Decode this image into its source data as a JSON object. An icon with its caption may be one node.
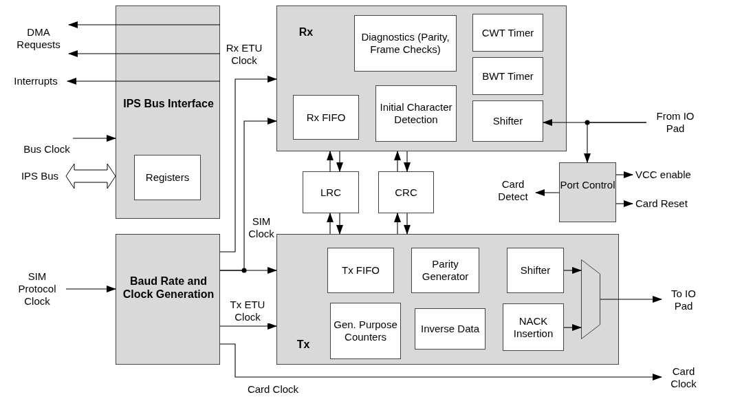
{
  "diagram": {
    "nodes": [
      {
        "text": [
          "DMA Requests"
        ]
      },
      {
        "text": [
          "Interrupts"
        ]
      },
      {
        "text": [
          "Bus Clock"
        ]
      },
      {
        "text": [
          "IPS Bus"
        ]
      },
      {
        "text": [
          "IPS Bus Interface"
        ]
      },
      {
        "text": [
          "Registers"
        ],
        "in": 4
      },
      {
        "text": [
          "Rx"
        ]
      },
      {
        "text": [
          "Diagnostics (Parity, Frame Checks)"
        ],
        "in": 6
      },
      {
        "text": [
          "CWT Timer"
        ],
        "in": 6
      },
      {
        "text": [
          "BWT Timer"
        ],
        "in": 6
      },
      {
        "text": [
          "Rx FIFO"
        ],
        "in": 6
      },
      {
        "text": [
          "Initial Character Detection"
        ],
        "in": 6
      },
      {
        "text": [
          "Shifter"
        ],
        "in": 6
      },
      {
        "text": [
          "From IO Pad"
        ]
      },
      {
        "text": [
          "LRC"
        ]
      },
      {
        "text": [
          "CRC"
        ]
      },
      {
        "text": [
          "Card Detect"
        ]
      },
      {
        "text": [
          "Port Control"
        ]
      },
      {
        "text": [
          "VCC enable"
        ]
      },
      {
        "text": [
          "Card Reset"
        ]
      },
      {
        "text": [
          "SIM Protocol Clock"
        ]
      },
      {
        "text": [
          "Baud Rate and Clock Generation"
        ]
      },
      {
        "text": [
          "Tx"
        ]
      },
      {
        "text": [
          "Tx FIFO"
        ],
        "in": 22
      },
      {
        "text": [
          "Parity Generator"
        ],
        "in": 22
      },
      {
        "text": [
          "Shifter"
        ],
        "in": 22
      },
      {
        "text": [
          "Gen. Purpose Counters"
        ],
        "in": 22
      },
      {
        "text": [
          "Inverse Data"
        ],
        "in": 22
      },
      {
        "text": [
          "NACK Insertion"
        ],
        "in": 22
      },
      {
        "text": [],
        "shape": "trapezoid",
        "in": 22
      },
      {
        "text": [
          "To IO Pad"
        ]
      },
      {
        "text": [
          "Card Clock"
        ]
      }
    ],
    "edges": [
      {
        "from": 4,
        "to": 0,
        "arrow": "to"
      },
      {
        "from": 4,
        "to": 0,
        "arrow": "to"
      },
      {
        "from": 4,
        "to": 1,
        "arrow": "to"
      },
      {
        "from": 2,
        "to": 4,
        "arrow": "to"
      },
      {
        "from": 3,
        "to": 4,
        "arrow": "both",
        "style": "thick"
      },
      {
        "from": 21,
        "to": 6,
        "arrow": "to",
        "label": "Rx ETU Clock"
      },
      {
        "from": 21,
        "to": 6,
        "arrow": "to",
        "label": "SIM Clock"
      },
      {
        "from": 21,
        "to": 22,
        "arrow": "to"
      },
      {
        "from": 21,
        "to": 22,
        "arrow": "to",
        "label": "Tx ETU Clock"
      },
      {
        "from": 21,
        "to": 31,
        "arrow": "to",
        "label": "Card Clock"
      },
      {
        "from": 20,
        "to": 21,
        "arrow": "to"
      },
      {
        "from": 13,
        "to": 12,
        "arrow": "to"
      },
      {
        "from": 13,
        "to": 17,
        "arrow": "to"
      },
      {
        "from": 17,
        "to": 16,
        "arrow": "to"
      },
      {
        "from": 17,
        "to": 18,
        "arrow": "to"
      },
      {
        "from": 17,
        "to": 19,
        "arrow": "to"
      },
      {
        "from": 14,
        "to": 6,
        "arrow": "to"
      },
      {
        "from": 6,
        "to": 14,
        "arrow": "to"
      },
      {
        "from": 15,
        "to": 6,
        "arrow": "to"
      },
      {
        "from": 6,
        "to": 15,
        "arrow": "to"
      },
      {
        "from": 22,
        "to": 14,
        "arrow": "to"
      },
      {
        "from": 14,
        "to": 22,
        "arrow": "to"
      },
      {
        "from": 22,
        "to": 15,
        "arrow": "to"
      },
      {
        "from": 15,
        "to": 22,
        "arrow": "to"
      },
      {
        "from": 25,
        "to": 29,
        "arrow": "to"
      },
      {
        "from": 28,
        "to": 29,
        "arrow": "to"
      },
      {
        "from": 29,
        "to": 30,
        "arrow": "to"
      }
    ]
  }
}
